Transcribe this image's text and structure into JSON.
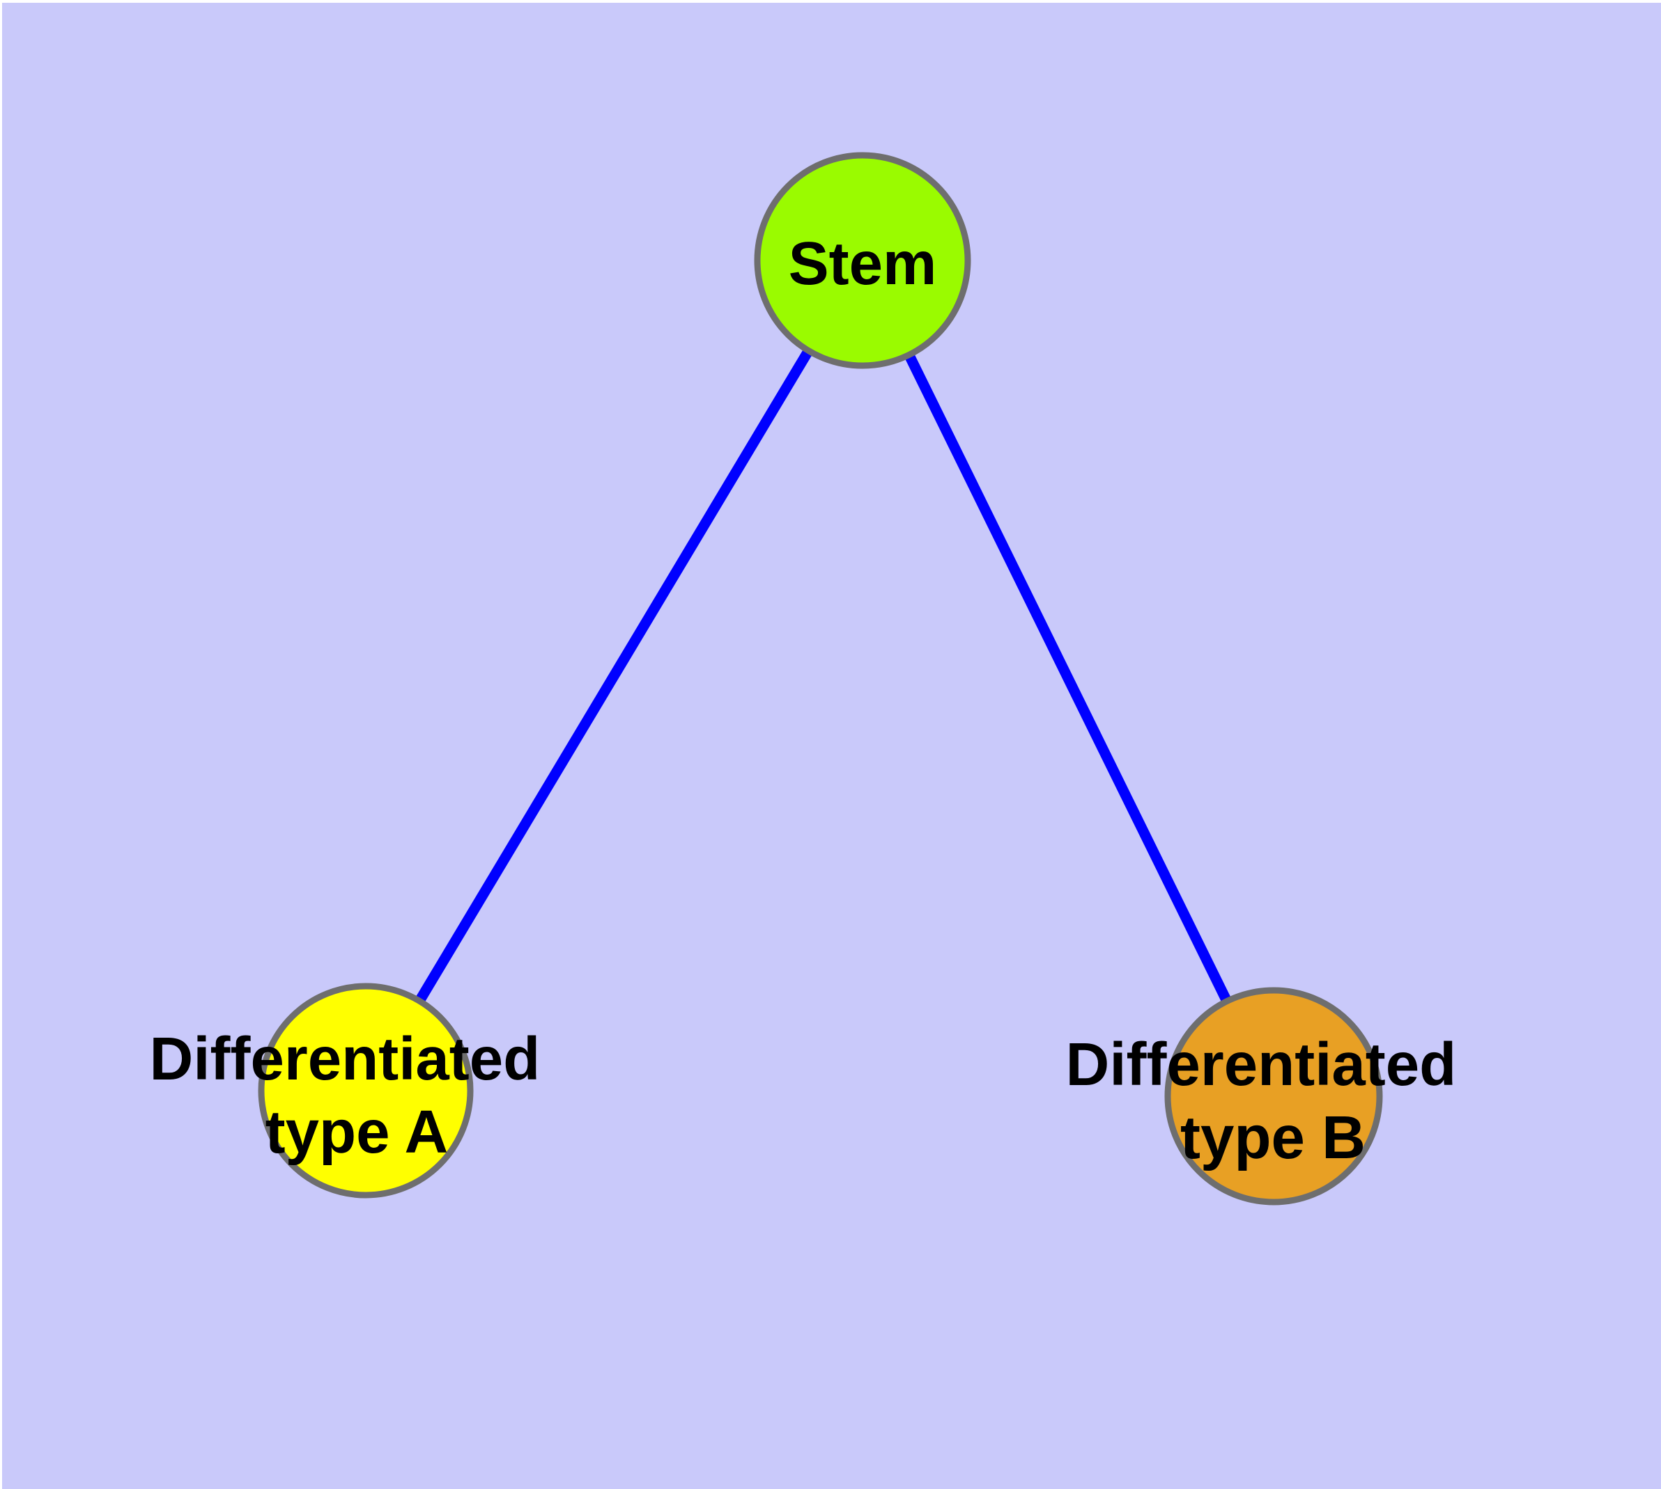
{
  "diagram": {
    "canvas_color": "#C9C9FA",
    "page_margin_color": "#FFFFFF",
    "edge_color": "#0000FF",
    "node_border_color": "#6E6E6E",
    "label_color": "#000000",
    "nodes": [
      {
        "id": "stem",
        "label": "Stem",
        "fill": "#9AFB00"
      },
      {
        "id": "differentiated-type-a",
        "label_line1": "Differentiated",
        "label_line2": "type A",
        "fill": "#FFFF00"
      },
      {
        "id": "differentiated-type-b",
        "label_line1": "Differentiated",
        "label_line2": "type B",
        "fill": "#E8A024"
      }
    ],
    "edges": [
      {
        "from": "Stem",
        "to": "Differentiated type A"
      },
      {
        "from": "Stem",
        "to": "Differentiated type B"
      }
    ]
  }
}
